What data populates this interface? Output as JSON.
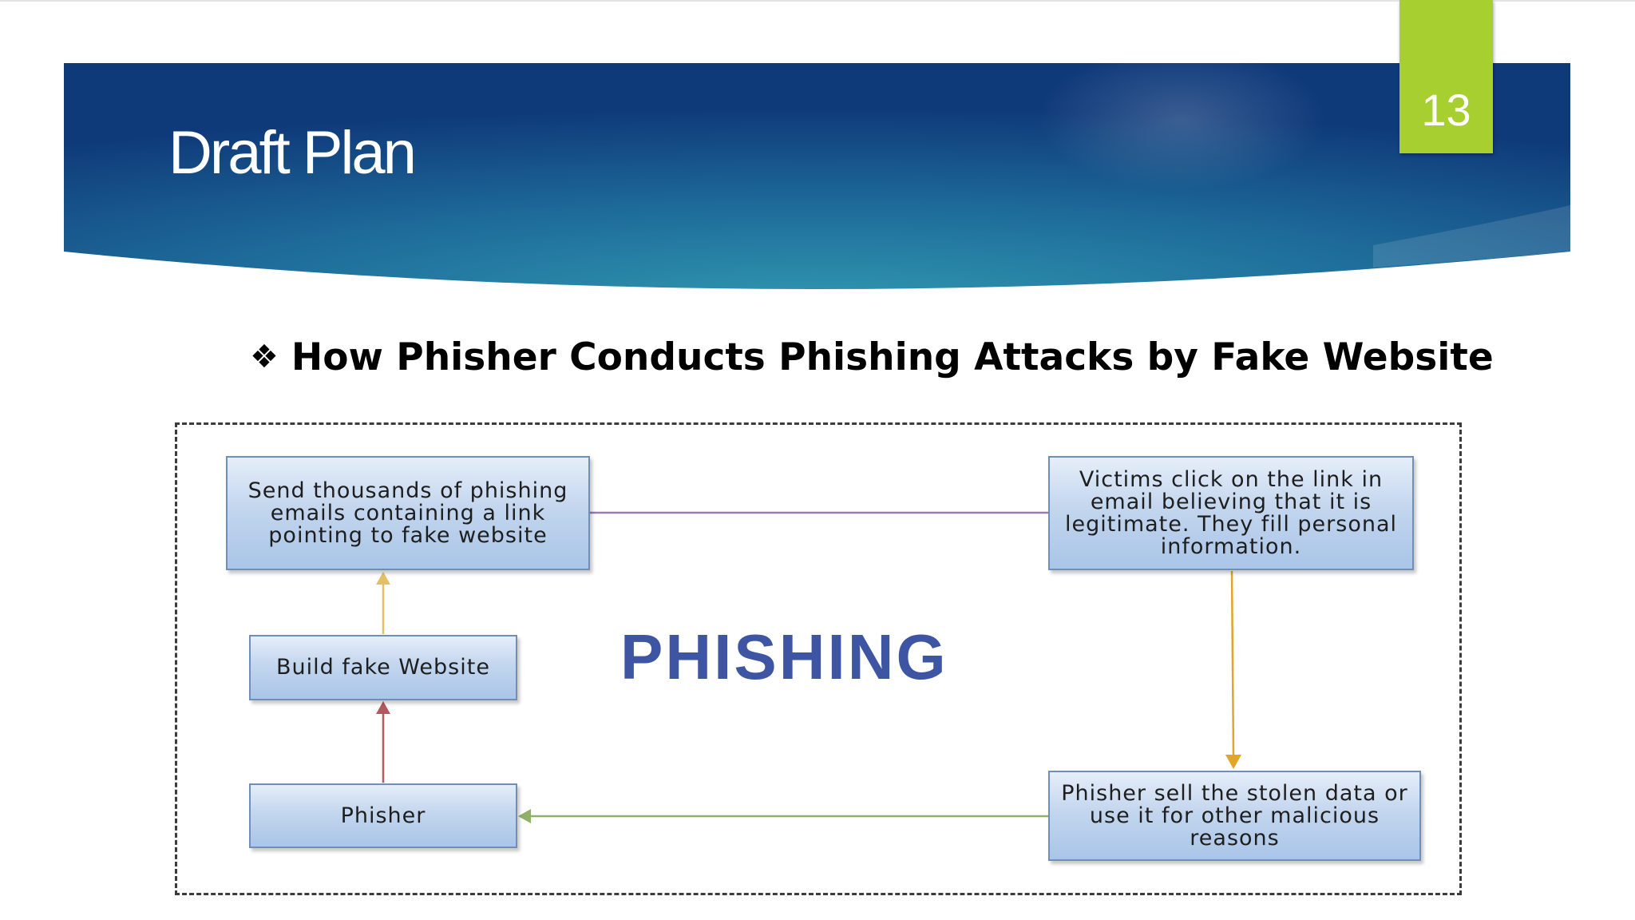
{
  "slide": {
    "title": "Draft Plan",
    "page_number": "13",
    "heading_bullet": "❖",
    "heading": "How Phisher Conducts Phishing Attacks by Fake Website",
    "title_color": "#ffffff",
    "accent_color": "#a6cf2f",
    "banner_colors": [
      "#0f3a7a",
      "#2e8fab"
    ]
  },
  "diagram": {
    "center_label": "PHISHING",
    "center_label_color": "#3d55a2",
    "boxes": {
      "send_emails": "Send thousands of phishing emails containing a link pointing to fake website",
      "victims_click": "Victims click on the link in email believing that it is legitimate. They fill personal information.",
      "build_site": "Build fake Website",
      "phisher": "Phisher",
      "sell_data": "Phisher sell the stolen data or use it for other malicious reasons"
    },
    "arrow_colors": {
      "send_to_victims": "#9b7cb0",
      "victims_to_sell": "#e0a52a",
      "sell_to_phisher": "#8fb06a",
      "phisher_to_build": "#b5585f",
      "build_to_send": "#e3c064"
    }
  }
}
